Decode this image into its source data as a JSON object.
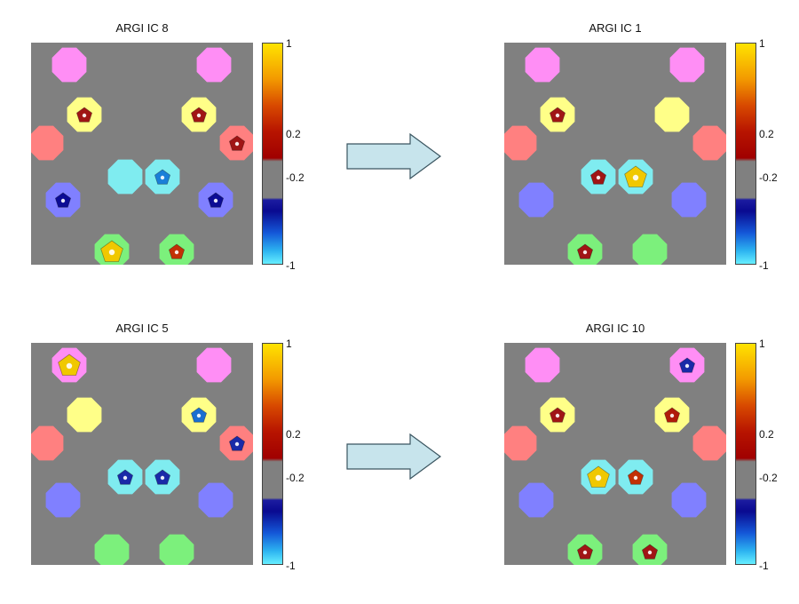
{
  "panels": [
    {
      "title": "ARGI IC 8",
      "nodes": [
        {
          "row": "top-left",
          "glow": "#ff8ef5",
          "marker": null
        },
        {
          "row": "top-right",
          "glow": "#ff8ef5",
          "marker": null
        },
        {
          "row": "mid-left",
          "glow": "#ffff88",
          "marker": "#a01515"
        },
        {
          "row": "mid-right",
          "glow": "#ffff88",
          "marker": "#a01515"
        },
        {
          "row": "side-left",
          "glow": "#ff8080",
          "marker": null
        },
        {
          "row": "side-right",
          "glow": "#ff8080",
          "marker": "#a01515"
        },
        {
          "row": "center-left",
          "glow": "#7fecf0",
          "marker": null
        },
        {
          "row": "center-right",
          "glow": "#7fecf0",
          "marker": "#1a7fd8"
        },
        {
          "row": "low-left",
          "glow": "#8080ff",
          "marker": "#0c0c95"
        },
        {
          "row": "low-right",
          "glow": "#8080ff",
          "marker": "#0c0c95"
        },
        {
          "row": "bottom-left",
          "glow": "#7cf07c",
          "marker": "#f0c800"
        },
        {
          "row": "bottom-right",
          "glow": "#7cf07c",
          "marker": "#c23006"
        }
      ]
    },
    {
      "title": "ARGI IC 1",
      "nodes": [
        {
          "row": "top-left",
          "glow": "#ff8ef5",
          "marker": null
        },
        {
          "row": "top-right",
          "glow": "#ff8ef5",
          "marker": null
        },
        {
          "row": "mid-left",
          "glow": "#ffff88",
          "marker": "#a01515"
        },
        {
          "row": "mid-right",
          "glow": "#ffff88",
          "marker": null
        },
        {
          "row": "side-left",
          "glow": "#ff8080",
          "marker": null
        },
        {
          "row": "side-right",
          "glow": "#ff8080",
          "marker": null
        },
        {
          "row": "center-left",
          "glow": "#7fecf0",
          "marker": "#a01515"
        },
        {
          "row": "center-right",
          "glow": "#7fecf0",
          "marker": "#f0c800"
        },
        {
          "row": "low-left",
          "glow": "#8080ff",
          "marker": null
        },
        {
          "row": "low-right",
          "glow": "#8080ff",
          "marker": null
        },
        {
          "row": "bottom-left",
          "glow": "#7cf07c",
          "marker": "#a01515"
        },
        {
          "row": "bottom-right",
          "glow": "#7cf07c",
          "marker": null
        }
      ]
    },
    {
      "title": "ARGI IC 5",
      "nodes": [
        {
          "row": "top-left",
          "glow": "#ff8ef5",
          "marker": "#f0c800"
        },
        {
          "row": "top-right",
          "glow": "#ff8ef5",
          "marker": null
        },
        {
          "row": "mid-left",
          "glow": "#ffff88",
          "marker": null
        },
        {
          "row": "mid-right",
          "glow": "#ffff88",
          "marker": "#1a6fd0"
        },
        {
          "row": "side-left",
          "glow": "#ff8080",
          "marker": null
        },
        {
          "row": "side-right",
          "glow": "#ff8080",
          "marker": "#1a2aa8"
        },
        {
          "row": "center-left",
          "glow": "#7fecf0",
          "marker": "#1a2aa8"
        },
        {
          "row": "center-right",
          "glow": "#7fecf0",
          "marker": "#1a2aa8"
        },
        {
          "row": "low-left",
          "glow": "#8080ff",
          "marker": null
        },
        {
          "row": "low-right",
          "glow": "#8080ff",
          "marker": null
        },
        {
          "row": "bottom-left",
          "glow": "#7cf07c",
          "marker": null
        },
        {
          "row": "bottom-right",
          "glow": "#7cf07c",
          "marker": null
        }
      ]
    },
    {
      "title": "ARGI IC 10",
      "nodes": [
        {
          "row": "top-left",
          "glow": "#ff8ef5",
          "marker": null
        },
        {
          "row": "top-right",
          "glow": "#ff8ef5",
          "marker": "#1a2aa8"
        },
        {
          "row": "mid-left",
          "glow": "#ffff88",
          "marker": "#a01515"
        },
        {
          "row": "mid-right",
          "glow": "#ffff88",
          "marker": "#b01a0a"
        },
        {
          "row": "side-left",
          "glow": "#ff8080",
          "marker": null
        },
        {
          "row": "side-right",
          "glow": "#ff8080",
          "marker": null
        },
        {
          "row": "center-left",
          "glow": "#7fecf0",
          "marker": "#f0c800"
        },
        {
          "row": "center-right",
          "glow": "#7fecf0",
          "marker": "#c23006"
        },
        {
          "row": "low-left",
          "glow": "#8080ff",
          "marker": null
        },
        {
          "row": "low-right",
          "glow": "#8080ff",
          "marker": null
        },
        {
          "row": "bottom-left",
          "glow": "#7cf07c",
          "marker": "#a01515"
        },
        {
          "row": "bottom-right",
          "glow": "#7cf07c",
          "marker": "#a01515"
        }
      ]
    }
  ],
  "colorbar": {
    "ticks": [
      "1",
      "0.2",
      "-0.2",
      "-1"
    ],
    "range": [
      -1,
      1
    ],
    "threshold": [
      -0.2,
      0.2
    ]
  },
  "arrow_color": "#c7e4ec"
}
